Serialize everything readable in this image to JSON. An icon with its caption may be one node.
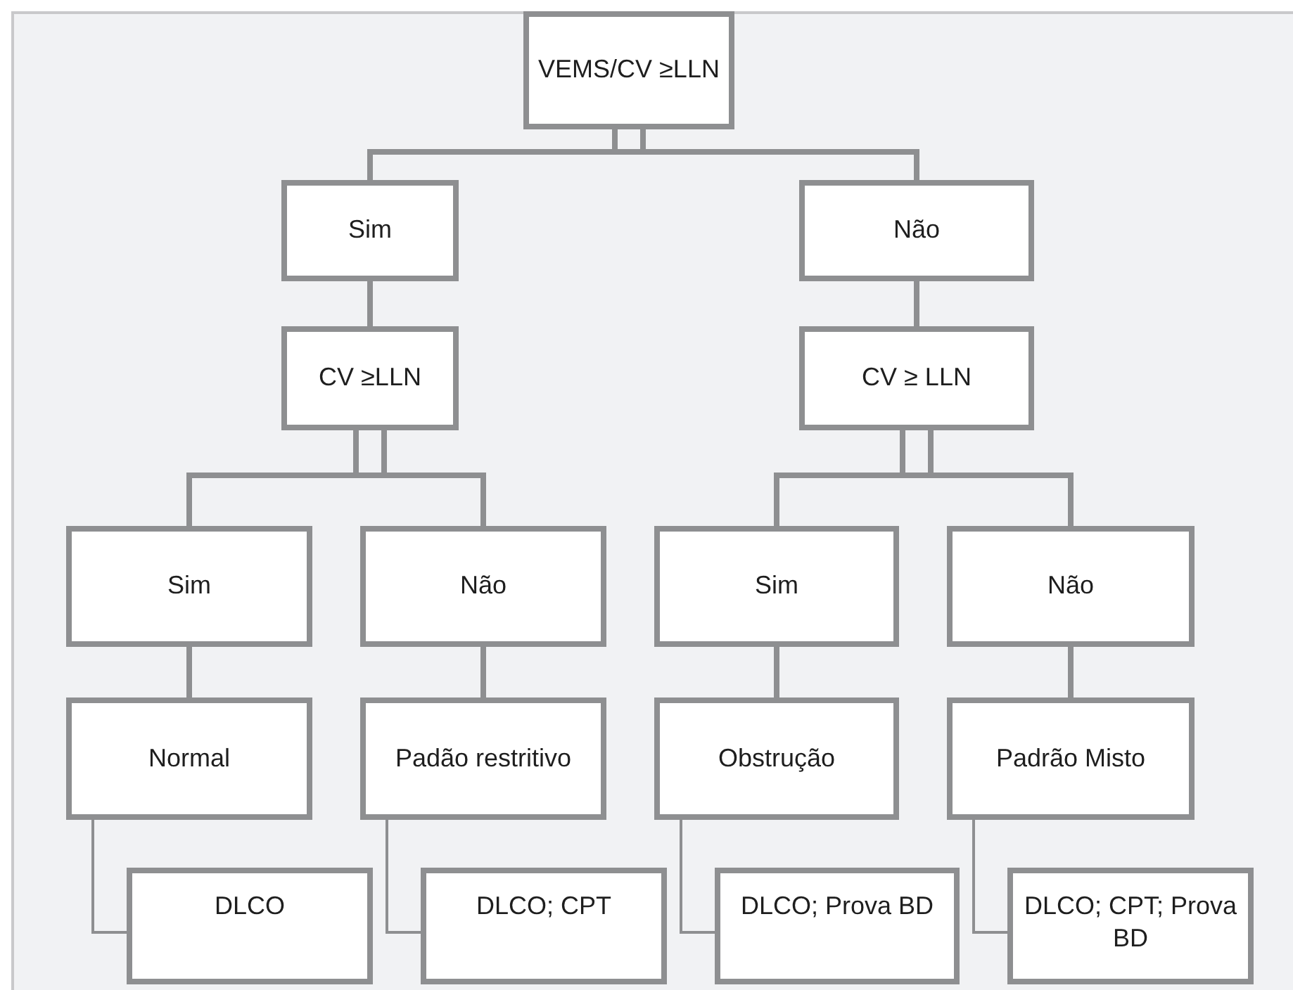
{
  "diagram": {
    "nodes": [
      {
        "text": [
          "VEMS/CV ≥LLN"
        ]
      },
      {
        "text": [
          "Sim"
        ]
      },
      {
        "text": [
          "Não"
        ]
      },
      {
        "text": [
          "CV ≥LLN"
        ]
      },
      {
        "text": [
          "CV ≥ LLN"
        ]
      },
      {
        "text": [
          "Sim"
        ]
      },
      {
        "text": [
          "Não"
        ]
      },
      {
        "text": [
          "Sim"
        ]
      },
      {
        "text": [
          "Não"
        ]
      },
      {
        "text": [
          "Normal"
        ]
      },
      {
        "text": [
          "Padão restritivo"
        ]
      },
      {
        "text": [
          "Obstrução"
        ]
      },
      {
        "text": [
          "Padrão Misto"
        ]
      },
      {
        "text": [
          "DLCO"
        ]
      },
      {
        "text": [
          "DLCO; CPT"
        ]
      },
      {
        "text": [
          "DLCO; Prova BD"
        ]
      },
      {
        "text": [
          "DLCO; CPT; Prova BD"
        ]
      }
    ],
    "edges": [
      {
        "from": 0,
        "to": 1,
        "arrow": "none"
      },
      {
        "from": 0,
        "to": 2,
        "arrow": "none"
      },
      {
        "from": 1,
        "to": 3,
        "arrow": "none"
      },
      {
        "from": 2,
        "to": 4,
        "arrow": "none"
      },
      {
        "from": 3,
        "to": 5,
        "arrow": "none"
      },
      {
        "from": 3,
        "to": 6,
        "arrow": "none"
      },
      {
        "from": 4,
        "to": 7,
        "arrow": "none"
      },
      {
        "from": 4,
        "to": 8,
        "arrow": "none"
      },
      {
        "from": 5,
        "to": 9,
        "arrow": "none"
      },
      {
        "from": 6,
        "to": 10,
        "arrow": "none"
      },
      {
        "from": 7,
        "to": 11,
        "arrow": "none"
      },
      {
        "from": 8,
        "to": 12,
        "arrow": "none"
      },
      {
        "from": 9,
        "to": 13,
        "arrow": "none"
      },
      {
        "from": 10,
        "to": 14,
        "arrow": "none"
      },
      {
        "from": 11,
        "to": 15,
        "arrow": "none"
      },
      {
        "from": 12,
        "to": 16,
        "arrow": "none"
      }
    ]
  }
}
